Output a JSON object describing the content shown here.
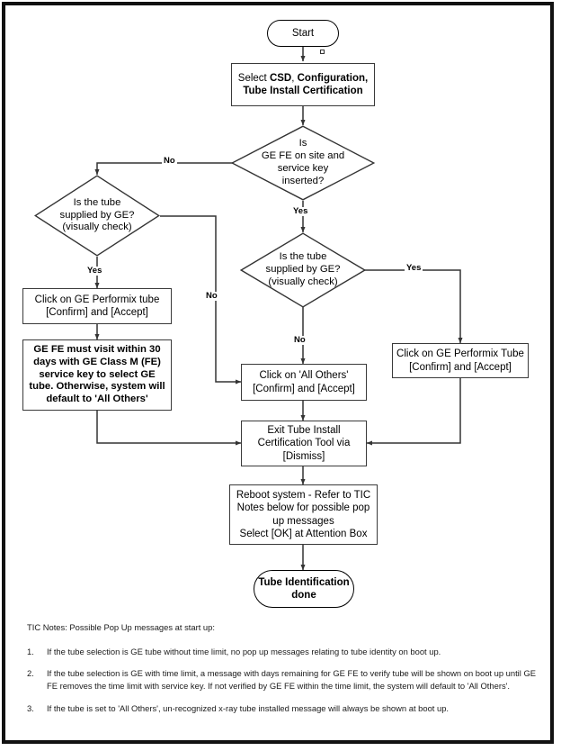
{
  "diagram": {
    "title": "Tube Install Certification flowchart",
    "line_color": "#333333",
    "frame_color": "#111111",
    "background": "#ffffff"
  },
  "nodes": {
    "start": {
      "label": "Start",
      "shape": "terminator"
    },
    "select_menu": {
      "label_plain": "Select ",
      "label_bold_1": "CSD",
      "label_mid": ", ",
      "label_bold_2": "Configuration,\nTube Install Certification",
      "shape": "process"
    },
    "decision_fe": {
      "label": "Is\nGE FE on site and\nservice key\ninserted?",
      "shape": "decision"
    },
    "decision_tube_left": {
      "label": "Is the tube\nsupplied by GE?\n(visually check)",
      "shape": "decision"
    },
    "decision_tube_right": {
      "label": "Is the tube\nsupplied by GE?\n(visually check)",
      "shape": "decision"
    },
    "click_performix_left": {
      "label": "Click on GE Performix tube\n[Confirm] and [Accept]",
      "shape": "process"
    },
    "ge_fe_warning": {
      "label": "GE FE must visit within 30\ndays with GE Class M (FE)\nservice key to select GE\ntube.  Otherwise, system will\ndefault to 'All Others'",
      "shape": "process"
    },
    "click_all_others": {
      "label": "Click on 'All Others'\n[Confirm] and [Accept]",
      "shape": "process"
    },
    "click_performix_right": {
      "label": "Click on GE Performix Tube\n[Confirm] and [Accept]",
      "shape": "process"
    },
    "exit_tool": {
      "label": "Exit Tube Install\nCertification Tool via\n[Dismiss]",
      "shape": "process"
    },
    "reboot": {
      "label": "Reboot system - Refer to TIC\nNotes below for possible pop\nup messages\nSelect [OK] at Attention Box",
      "shape": "process"
    },
    "end": {
      "label": "Tube Identification\ndone",
      "shape": "terminator"
    }
  },
  "edge_labels": {
    "fe_no": "No",
    "fe_yes": "Yes",
    "left_yes": "Yes",
    "left_no": "No",
    "right_yes": "Yes",
    "right_no": "No"
  },
  "notes": {
    "heading": "TIC Notes:  Possible Pop Up messages at start up:",
    "items": [
      {
        "num": "1.",
        "text": "If the tube selection is GE tube without time limit,  no pop up messages relating to tube identity on boot up."
      },
      {
        "num": "2.",
        "text": "If the tube selection is GE with time limit, a message with days remaining for GE FE to verify tube will be shown on boot up until GE FE removes the time limit with service key.  If not verified by GE FE within the time limit, the system will default to 'All Others'."
      },
      {
        "num": "3.",
        "text": "If the tube is set to 'All Others', un-recognized x-ray tube installed message will always be shown at boot up."
      }
    ]
  }
}
